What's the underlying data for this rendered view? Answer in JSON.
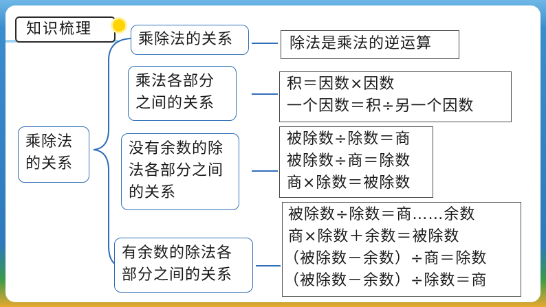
{
  "header": {
    "title": "知识梳理"
  },
  "root": {
    "line1": "乘除法",
    "line2": "的关系"
  },
  "branches": [
    {
      "label": [
        "乘除法的关系"
      ],
      "content": [
        "除法是乘法的逆运算"
      ]
    },
    {
      "label": [
        "乘法各部分",
        "之间的关系"
      ],
      "content": [
        "积＝因数×因数",
        "一个因数＝积÷另一个因数"
      ]
    },
    {
      "label": [
        "没有余数的除",
        "法各部分之间",
        "的关系"
      ],
      "content": [
        "被除数÷除数＝商",
        "被除数÷商＝除数",
        "商×除数＝被除数"
      ]
    },
    {
      "label": [
        "有余数的除法各",
        "部分之间的关系"
      ],
      "content": [
        "被除数÷除数＝商……余数",
        "商×除数＋余数＝被除数",
        "（被除数－余数）÷商＝除数",
        "（被除数－余数）÷除数＝商"
      ]
    }
  ],
  "colors": {
    "accent": "#2f6fb8",
    "background": "#2a74b6"
  }
}
